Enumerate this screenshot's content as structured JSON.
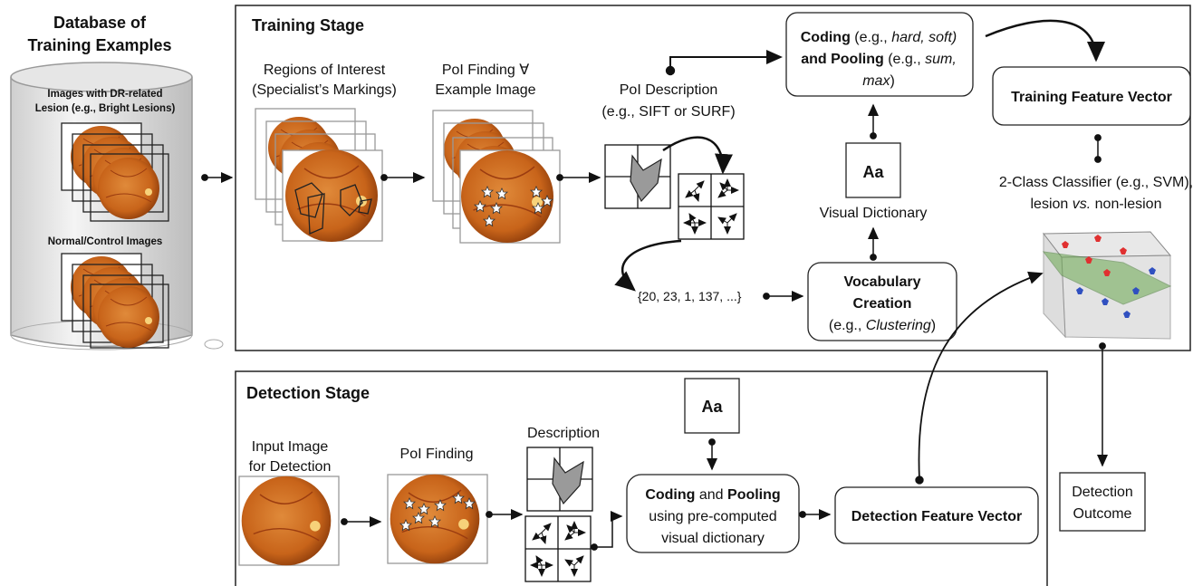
{
  "database": {
    "title_line1": "Database of",
    "title_line2": "Training Examples",
    "dr_label_line1": "Images with DR-related",
    "dr_label_line2": "Lesion (e.g., Bright Lesions)",
    "normal_label": "Normal/Control Images"
  },
  "training": {
    "title": "Training Stage",
    "roi_line1": "Regions of Interest",
    "roi_line2": "(Specialist’s Markings)",
    "poi_finding_line1": "PoI Finding ∀",
    "poi_finding_line2": "Example Image",
    "poi_desc_line1": "PoI Description",
    "poi_desc_line2": "(e.g., SIFT or SURF)",
    "coding_bold": "Coding",
    "coding_rest": " (e.g., ",
    "coding_it": "hard, soft)",
    "pooling_bold": "and Pooling",
    "pooling_rest": " (e.g., ",
    "pooling_it1": "sum,",
    "pooling_it2": "max",
    "pooling_close": ")",
    "dict_symbol": "Aa",
    "dict_label": "Visual Dictionary",
    "vector_list": "{20, 23, 1, 137, ...}",
    "vocab_line1": "Vocabulary",
    "vocab_line2": "Creation",
    "vocab_line3_pre": "(e.g., ",
    "vocab_line3_it": "Clustering",
    "vocab_line3_post": ")",
    "feature_vector": "Training Feature Vector",
    "classifier_line1": "2-Class Classifier (e.g., SVM),",
    "classifier_line2_a": "lesion ",
    "classifier_line2_vs": "vs.",
    "classifier_line2_b": " non-lesion"
  },
  "detection": {
    "title": "Detection Stage",
    "input_line1": "Input Image",
    "input_line2": "for Detection",
    "poi_finding": "PoI Finding",
    "description": "Description",
    "dict_symbol": "Aa",
    "coding_bold": "Coding",
    "coding_and": " and ",
    "pooling_bold": "Pooling",
    "coding_line2": "using pre-computed",
    "coding_line3": "visual dictionary",
    "feature_vector": "Detection Feature Vector",
    "outcome_line1": "Detection",
    "outcome_line2": "Outcome"
  },
  "colors": {
    "retina": "#c8641a",
    "retina_dark": "#8a3a0a",
    "stroke": "#111111",
    "box": "#555555",
    "polygon": "#9a9a9a",
    "red_point": "#e03030",
    "blue_point": "#3050c0",
    "plane": "#6aa84f"
  }
}
